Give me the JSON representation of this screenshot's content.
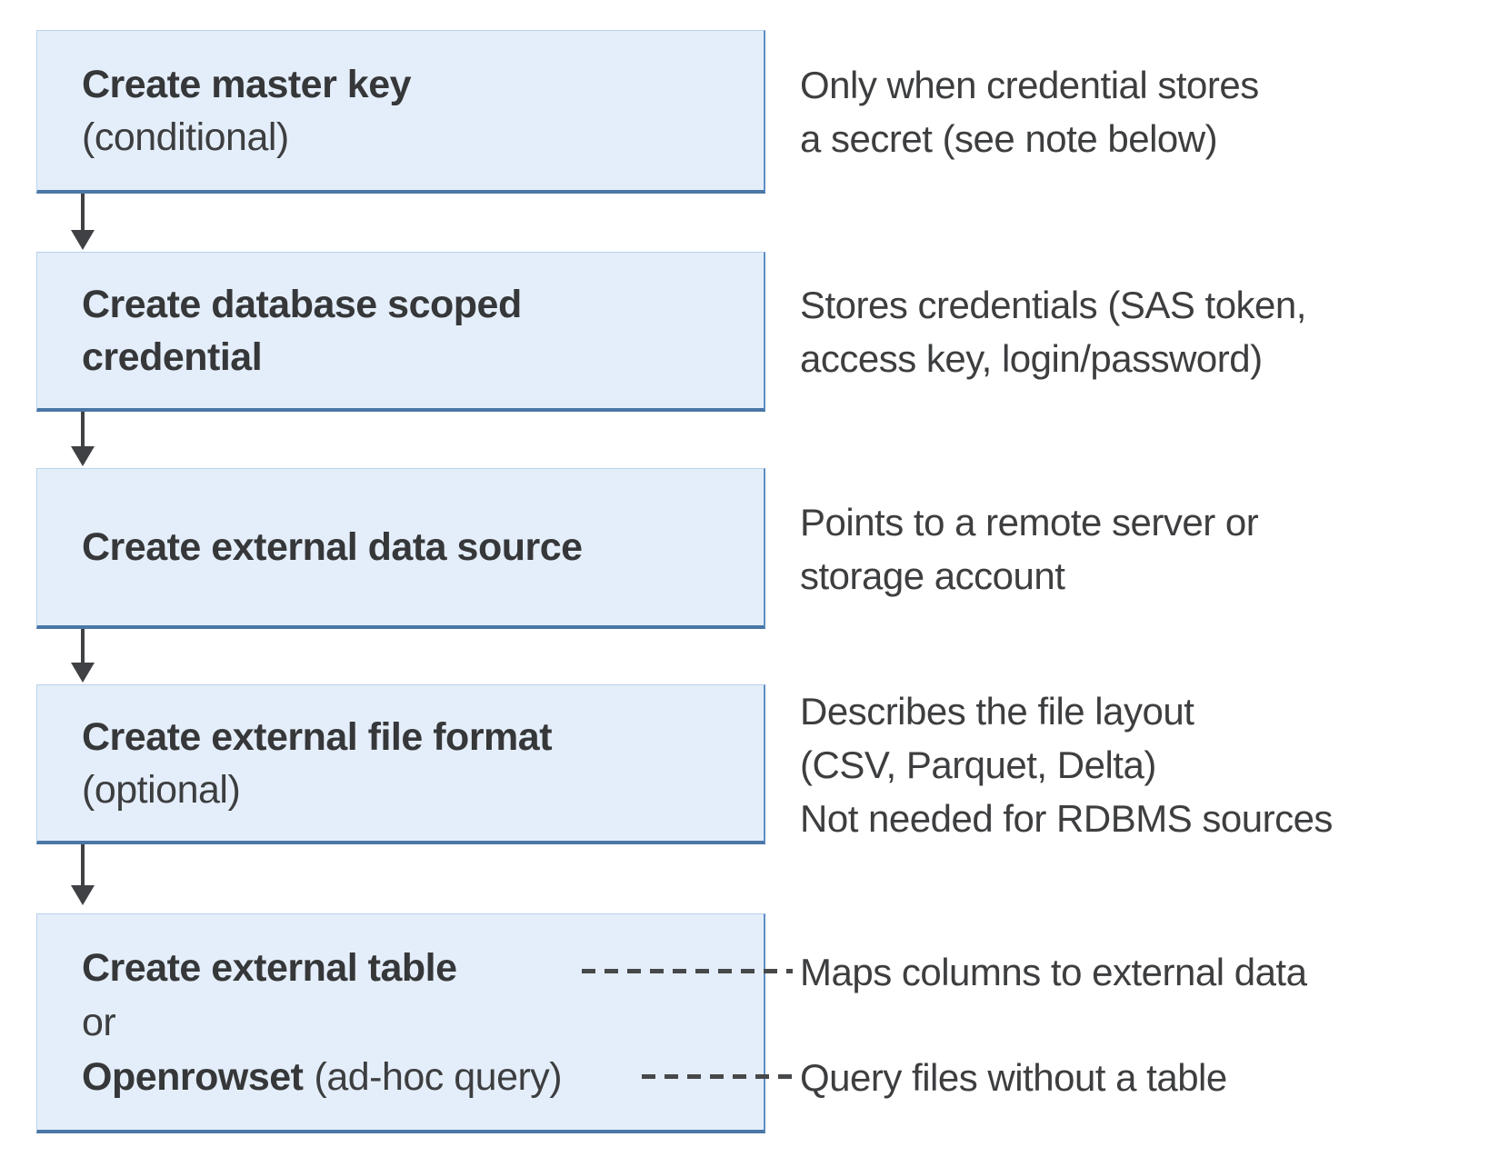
{
  "steps": [
    {
      "title": "Create master key",
      "qualifier": "(conditional)",
      "note": "Only when credential stores\na secret (see note below)"
    },
    {
      "title": "Create database scoped\ncredential",
      "note": "Stores credentials (SAS token,\naccess key, login/password)"
    },
    {
      "title": "Create external data source",
      "note": "Points to a remote server or\nstorage account"
    },
    {
      "title": "Create external file format",
      "qualifier": "(optional)",
      "note": "Describes the file layout\n(CSV, Parquet, Delta)\nNot needed for RDBMS sources"
    },
    {
      "title_table": "Create external table",
      "or_word": "or",
      "title_openrowset": "Openrowset",
      "openrowset_qualifier": "(ad-hoc query)",
      "note_table": "Maps columns to external data",
      "note_openrowset": "Query files without a table"
    }
  ],
  "colors": {
    "box_fill": "#e4eefa",
    "box_border_right": "#5d8fc4",
    "box_border_bottom": "#4a77a6",
    "arrow_and_dash": "#3f4144",
    "text": "#3d3e40"
  }
}
